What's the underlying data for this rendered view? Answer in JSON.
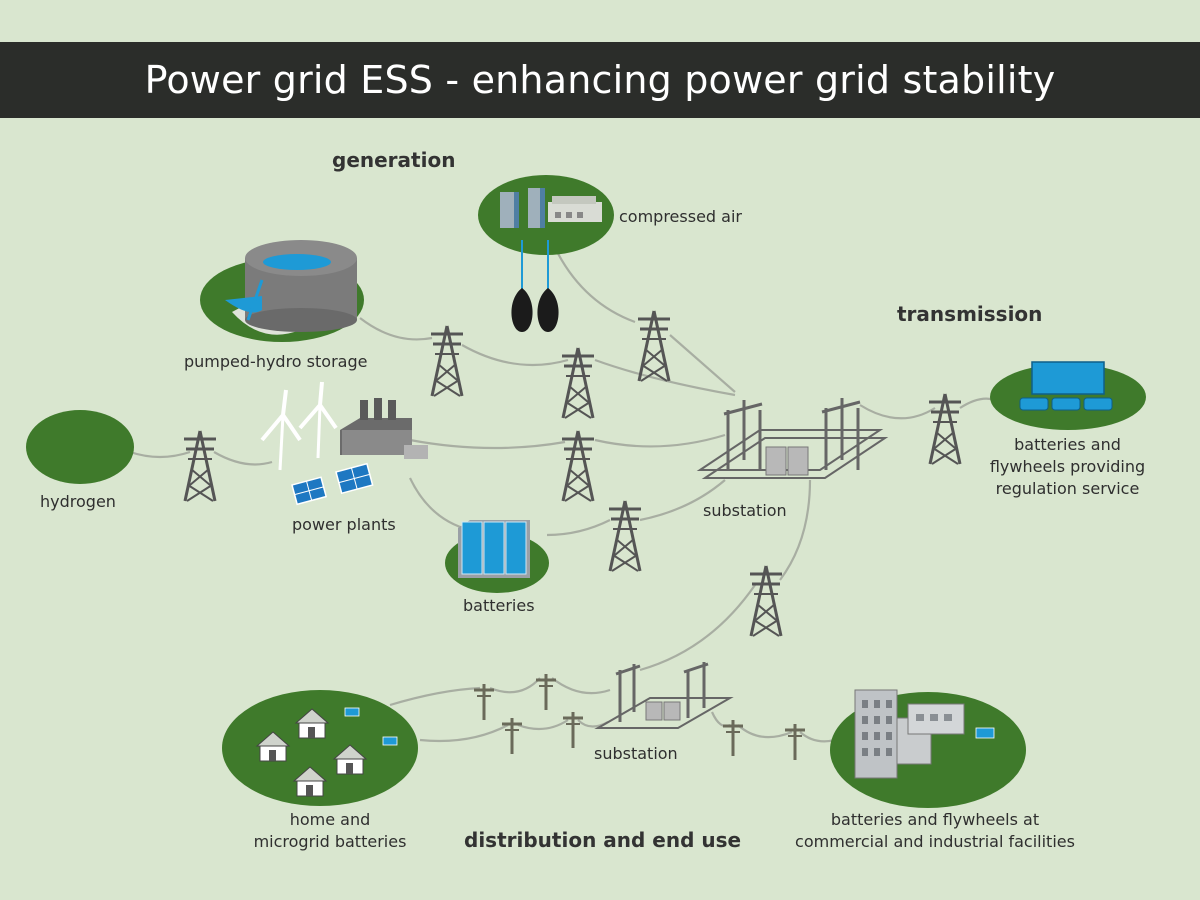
{
  "header": {
    "title": "Power grid ESS - enhancing power grid stability"
  },
  "sections": {
    "generation": "generation",
    "transmission": "transmission",
    "distribution": "distribution and end use"
  },
  "nodes": {
    "compressed_air": "compressed air",
    "pumped_hydro": "pumped-hydro storage",
    "hydrogen": "hydrogen",
    "power_plants": "power plants",
    "batteries": "batteries",
    "substation_main": "substation",
    "regulation_line1": "batteries and",
    "regulation_line2": "flywheels providing",
    "regulation_line3": "regulation service",
    "substation_dist": "substation",
    "home_line1": "home and",
    "home_line2": "microgrid batteries",
    "commercial_line1": "batteries and flywheels at",
    "commercial_line2": "commercial and industrial facilities"
  },
  "colors": {
    "background": "#d9e6cf",
    "banner": "#2b2d2a",
    "disc_green": "#3f7a2b",
    "structure_gray": "#555555",
    "battery_blue": "#1e9ad6",
    "wire_gray": "#a8aea2"
  }
}
